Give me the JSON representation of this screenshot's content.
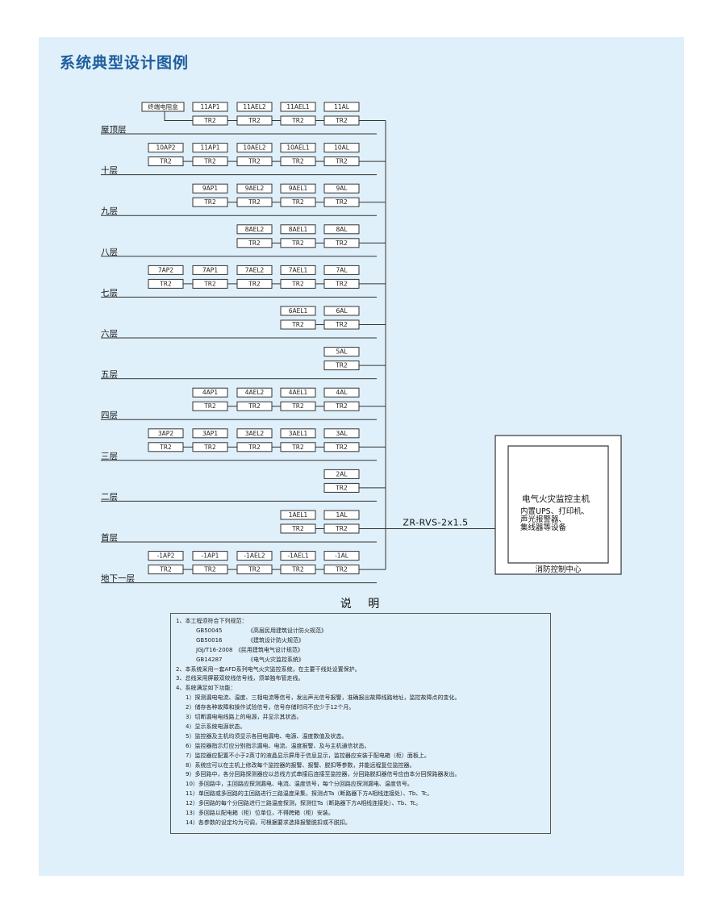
{
  "page_title": "系统典型设计图例",
  "floors": [
    {
      "label": "屋顶层",
      "top": [
        "终端电阻盒",
        "11AP1",
        "11AEL2",
        "11AEL1",
        "11AL"
      ],
      "bottom": [
        "TR2",
        "TR2",
        "TR2",
        "TR2"
      ]
    },
    {
      "label": "十层",
      "top": [
        "10AP2",
        "11AP1",
        "10AEL2",
        "10AEL1",
        "10AL"
      ],
      "bottom": [
        "TR2",
        "TR2",
        "TR2",
        "TR2",
        "TR2"
      ]
    },
    {
      "label": "九层",
      "top": [
        "9AP1",
        "9AEL2",
        "9AEL1",
        "9AL"
      ],
      "bottom": [
        "TR2",
        "TR2",
        "TR2",
        "TR2"
      ]
    },
    {
      "label": "八层",
      "top": [
        "8AEL2",
        "8AEL1",
        "8AL"
      ],
      "bottom": [
        "TR2",
        "TR2",
        "TR2"
      ]
    },
    {
      "label": "七层",
      "top": [
        "7AP2",
        "7AP1",
        "7AEL2",
        "7AEL1",
        "7AL"
      ],
      "bottom": [
        "TR2",
        "TR2",
        "TR2",
        "TR2",
        "TR2"
      ]
    },
    {
      "label": "六层",
      "top": [
        "6AEL1",
        "6AL"
      ],
      "bottom": [
        "TR2",
        "TR2"
      ]
    },
    {
      "label": "五层",
      "top": [
        "5AL"
      ],
      "bottom": [
        "TR2"
      ]
    },
    {
      "label": "四层",
      "top": [
        "4AP1",
        "4AEL2",
        "4AEL1",
        "4AL"
      ],
      "bottom": [
        "TR2",
        "TR2",
        "TR2",
        "TR2"
      ]
    },
    {
      "label": "三层",
      "top": [
        "3AP2",
        "3AP1",
        "3AEL2",
        "3AEL1",
        "3AL"
      ],
      "bottom": [
        "TR2",
        "TR2",
        "TR2",
        "TR2",
        "TR2"
      ]
    },
    {
      "label": "二层",
      "top": [
        "2AL"
      ],
      "bottom": [
        "TR2"
      ]
    },
    {
      "label": "首层",
      "top": [
        "1AEL1",
        "1AL"
      ],
      "bottom": [
        "TR2",
        "TR2"
      ]
    },
    {
      "label": "地下一层",
      "top": [
        "-1AP2",
        "-1AP1",
        "-1AEL2",
        "-1AEL1",
        "-1AL"
      ],
      "bottom": [
        "TR2",
        "TR2",
        "TR2",
        "TR2",
        "TR2"
      ]
    }
  ],
  "cable_label": "ZR-RVS-2x1.5",
  "host": {
    "title": "电气火灾监控主机",
    "lines": [
      "内置UPS、打印机、",
      "声光报警器、",
      "集线器等设备"
    ],
    "room_label": "消防控制中心"
  },
  "notes": {
    "title": "说 明",
    "lines": [
      "1、本工程须符合下列规范：",
      "GB50045　　　　　《高层民用建筑设计防火规范》",
      "GB50016　　　　　《建筑设计防火规范》",
      "JGJ/T16-2008　《民用建筑电气设计规范》",
      "GB14287　　　　　《电气火灾监控系统》",
      "2、本系统采用一套AFD系列电气火灾监控系统，在主要干线处设置保护。",
      "3、总线采用屏蔽双绞线信号线，须单独布管走线。",
      "4、系统满足如下功能：",
      "1）探测漏电电流、温度、三相电流等信号，发出声光信号报警，准确报出故障线路地址，监控故障点的变化。",
      "2）储存各种故障和操作试验信号，信号存储时间不应少于12个月。",
      "3）切断漏电电线路上的电源，并显示其状态。",
      "4）显示系统电源状态。",
      "5）监控器及主机均须显示各回电漏电、电源、温度数值及状态。",
      "6）监控器指示灯应分别指示漏电、电流、温度报警、及与主机通信状态。",
      "7）监控器应配置不小于2英寸的液晶显示屏用于信息显示，监控器应安装于配电箱（柜）面板上。",
      "8）系统应可以在主机上修改每个监控器的报警、报警、脱扣等参数，并能远程复位监控器。",
      "9）多回路中，各分回路探测器应以总线方式串接后连接至监控器，分回路脱扣器信号应由本分回探路器发出。",
      "10）多回路中，主回路应探测漏电、电流、温度信号，每个分回路应探测漏电、温度信号。",
      "11）单回路或多回路的主回路进行三路温度采集，探测点Ta（断路器下方A相线连接处）、Tb、Tc。",
      "12）多回路的每个分回路进行三路温度探测，探测位Ta（断路器下方A相线连接处）、Tb、Tc。",
      "13）多回路以配电箱（柜）位单位，不得跨箱（柜）安装。",
      "14）各参数的设定均为可调，可根据要求选择报警脱扣或不脱扣。"
    ]
  }
}
